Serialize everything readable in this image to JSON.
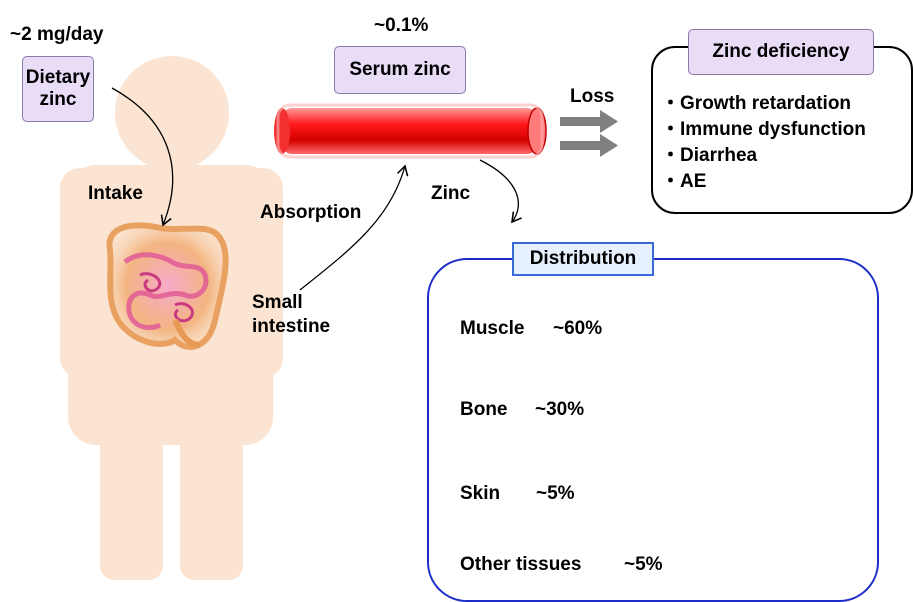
{
  "intake": {
    "amount": "~2 mg/day",
    "dietary_zinc": [
      "Dietary",
      "zinc"
    ],
    "intake_label": "Intake"
  },
  "absorption": {
    "label": "Absorption",
    "site": [
      "Small",
      "intestine"
    ]
  },
  "serum": {
    "percent": "~0.1%",
    "label": "Serum zinc",
    "zinc_label": "Zinc"
  },
  "loss": {
    "label": "Loss"
  },
  "deficiency": {
    "title": "Zinc deficiency",
    "bullet": "・",
    "items": [
      "Growth retardation",
      "Immune dysfunction",
      "Diarrhea",
      "AE"
    ]
  },
  "distribution": {
    "title": "Distribution",
    "rows": [
      {
        "tissue": "Muscle",
        "share": "~60%",
        "icon": "muscle-icon"
      },
      {
        "tissue": "Bone",
        "share": "~30%",
        "icon": "bone-icon"
      },
      {
        "tissue": "Skin",
        "share": "~5%",
        "icon": "skin-icon"
      },
      {
        "tissue": "Other tissues",
        "share": "~5%",
        "icon": ""
      }
    ]
  },
  "colors": {
    "body_silhouette": "#fbe4d2",
    "vessel_red": "#e60000",
    "box_lavender": "#e9dcf7",
    "distribution_border": "#1c2cc8",
    "arrow_gray": "#808080"
  }
}
